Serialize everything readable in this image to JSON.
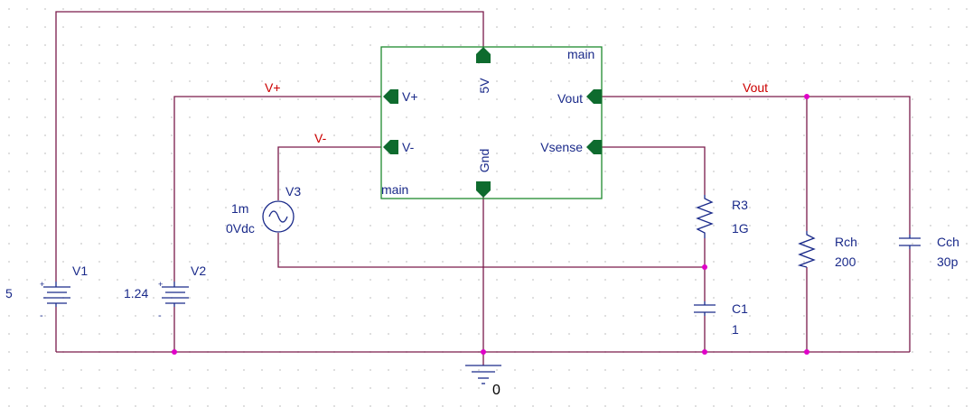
{
  "block": {
    "name_top": "main",
    "name_bottom": "main",
    "pins": {
      "vplus": "V+",
      "vminus": "V-",
      "vout": "Vout",
      "vsense": "Vsense",
      "supply": "5V",
      "gnd": "Gnd"
    }
  },
  "nets": {
    "vplus": "V+",
    "vminus": "V-",
    "vout": "Vout"
  },
  "components": {
    "v1": {
      "ref": "V1",
      "value": "5"
    },
    "v2": {
      "ref": "V2",
      "value": "1.24"
    },
    "v3": {
      "ref": "V3",
      "ac": "1m",
      "dc": "0Vdc"
    },
    "r3": {
      "ref": "R3",
      "value": "1G"
    },
    "c1": {
      "ref": "C1",
      "value": "1"
    },
    "rch": {
      "ref": "Rch",
      "value": "200"
    },
    "cch": {
      "ref": "Cch",
      "value": "30p"
    }
  },
  "ground": {
    "label": "0"
  },
  "polarity": {
    "plus": "+",
    "minus": "-"
  },
  "colors": {
    "wire": "#7a1a4a",
    "component": "#1a2a8a",
    "block_border": "#1e8a2e",
    "pin": "#0e6b2e",
    "junction": "#e000c8",
    "net_label": "#cc0000",
    "grid_dot": "#c8c8c8"
  }
}
